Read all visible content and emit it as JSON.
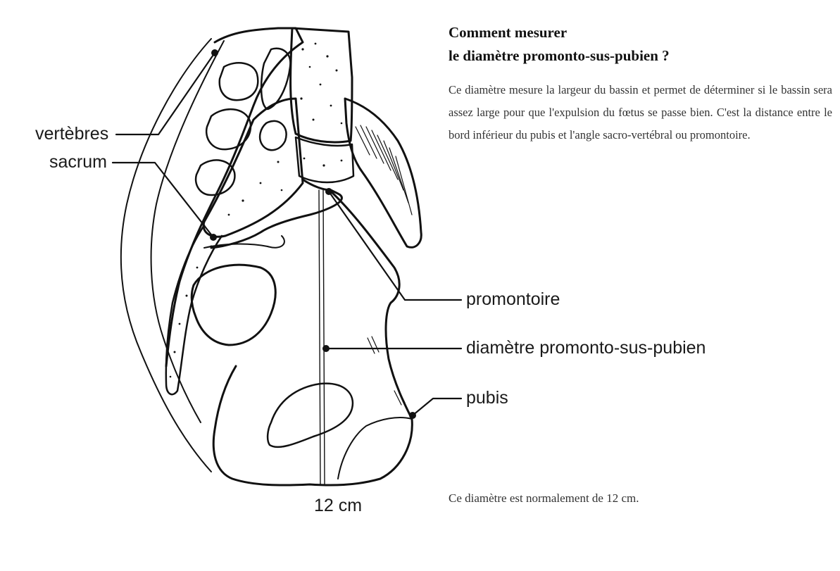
{
  "heading": {
    "line1": "Comment mesurer",
    "line2": "le diamètre promonto-sus-pubien ?"
  },
  "description": "Ce diamètre mesure la largeur du bassin et permet de déterminer si le bassin sera assez large pour que l'expulsion du fœtus se passe bien. C'est la distance entre le bord inférieur du pubis et l'angle sacro-vertébral ou promontoire.",
  "labels": {
    "vertebrae": "vertèbres",
    "sacrum": "sacrum",
    "promontory": "promontoire",
    "diameter": "diamètre promonto-sus-pubien",
    "pubis": "pubis"
  },
  "measurement": "12 cm",
  "note": "Ce diamètre est normalement de 12 cm."
}
